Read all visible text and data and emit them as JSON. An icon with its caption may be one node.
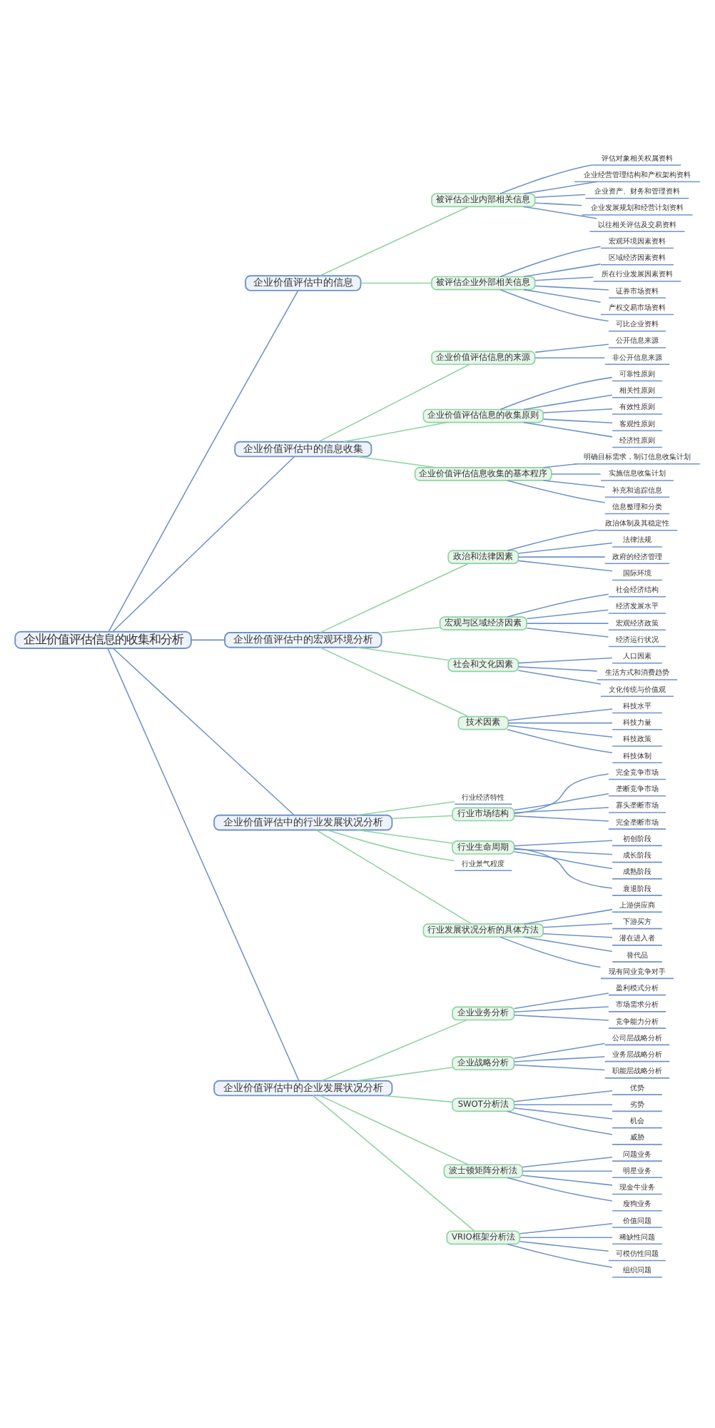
{
  "diagram": {
    "nodes": [
      {
        "text": [
          "企业价值评估信息的收集和分析"
        ]
      },
      {
        "text": [
          "企业价值评估中的信息"
        ]
      },
      {
        "text": [
          "被评估企业内部相关信息"
        ]
      },
      {
        "text": [
          "评估对象相关权属资料"
        ]
      },
      {
        "text": [
          "企业经营管理结构和产权架构资料"
        ]
      },
      {
        "text": [
          "企业资产、财务和管理资料"
        ]
      },
      {
        "text": [
          "企业发展规划和经营计划资料"
        ]
      },
      {
        "text": [
          "以往相关评估及交易资料"
        ]
      },
      {
        "text": [
          "被评估企业外部相关信息"
        ]
      },
      {
        "text": [
          "宏观环境因素资料"
        ]
      },
      {
        "text": [
          "区域经济因素资料"
        ]
      },
      {
        "text": [
          "所在行业发展因素资料"
        ]
      },
      {
        "text": [
          "证券市场资料"
        ]
      },
      {
        "text": [
          "产权交易市场资料"
        ]
      },
      {
        "text": [
          "可比企业资料"
        ]
      },
      {
        "text": [
          "企业价值评估中的信息收集"
        ]
      },
      {
        "text": [
          "企业价值评估信息的来源"
        ]
      },
      {
        "text": [
          "公开信息来源"
        ]
      },
      {
        "text": [
          "非公开信息来源"
        ]
      },
      {
        "text": [
          "企业价值评估信息的收集原则"
        ]
      },
      {
        "text": [
          "可靠性原则"
        ]
      },
      {
        "text": [
          "相关性原则"
        ]
      },
      {
        "text": [
          "有效性原则"
        ]
      },
      {
        "text": [
          "客观性原则"
        ]
      },
      {
        "text": [
          "经济性原则"
        ]
      },
      {
        "text": [
          "企业价值评估信息收集的基本程序"
        ]
      },
      {
        "text": [
          "明确目标需求，制订信息收集计划"
        ]
      },
      {
        "text": [
          "实施信息收集计划"
        ]
      },
      {
        "text": [
          "补充和追踪信息"
        ]
      },
      {
        "text": [
          "信息整理和分类"
        ]
      },
      {
        "text": [
          "企业价值评估中的宏观环境分析"
        ]
      },
      {
        "text": [
          "政治和法律因素"
        ]
      },
      {
        "text": [
          "政治体制及其稳定性"
        ]
      },
      {
        "text": [
          "法律法规"
        ]
      },
      {
        "text": [
          "政府的经济管理"
        ]
      },
      {
        "text": [
          "国际环境"
        ]
      },
      {
        "text": [
          "宏观与区域经济因素"
        ]
      },
      {
        "text": [
          "社会经济结构"
        ]
      },
      {
        "text": [
          "经济发展水平"
        ]
      },
      {
        "text": [
          "宏观经济政策"
        ]
      },
      {
        "text": [
          "经济运行状况"
        ]
      },
      {
        "text": [
          "社会和文化因素"
        ]
      },
      {
        "text": [
          "人口因素"
        ]
      },
      {
        "text": [
          "生活方式和消费趋势"
        ]
      },
      {
        "text": [
          "文化传统与价值观"
        ]
      },
      {
        "text": [
          "技术因素"
        ]
      },
      {
        "text": [
          "科技水平"
        ]
      },
      {
        "text": [
          "科技力量"
        ]
      },
      {
        "text": [
          "科技政策"
        ]
      },
      {
        "text": [
          "科技体制"
        ]
      },
      {
        "text": [
          "企业价值评估中的行业发展状况分析"
        ]
      },
      {
        "text": [
          "行业经济特性"
        ]
      },
      {
        "text": [
          "行业市场结构"
        ]
      },
      {
        "text": [
          "完全竞争市场"
        ]
      },
      {
        "text": [
          "垄断竞争市场"
        ]
      },
      {
        "text": [
          "寡头垄断市场"
        ]
      },
      {
        "text": [
          "完全垄断市场"
        ]
      },
      {
        "text": [
          "行业生命周期"
        ]
      },
      {
        "text": [
          "初创阶段"
        ]
      },
      {
        "text": [
          "成长阶段"
        ]
      },
      {
        "text": [
          "成熟阶段"
        ]
      },
      {
        "text": [
          "衰退阶段"
        ]
      },
      {
        "text": [
          "行业景气程度"
        ]
      },
      {
        "text": [
          "行业发展状况分析的具体方法"
        ]
      },
      {
        "text": [
          "上游供应商"
        ]
      },
      {
        "text": [
          "下游买方"
        ]
      },
      {
        "text": [
          "潜在进入者"
        ]
      },
      {
        "text": [
          "替代品"
        ]
      },
      {
        "text": [
          "现有同业竞争对手"
        ]
      },
      {
        "text": [
          "企业价值评估中的企业发展状况分析"
        ]
      },
      {
        "text": [
          "企业业务分析"
        ]
      },
      {
        "text": [
          "盈利模式分析"
        ]
      },
      {
        "text": [
          "市场需求分析"
        ]
      },
      {
        "text": [
          "竞争能力分析"
        ]
      },
      {
        "text": [
          "企业战略分析"
        ]
      },
      {
        "text": [
          "公司层战略分析"
        ]
      },
      {
        "text": [
          "业务层战略分析"
        ]
      },
      {
        "text": [
          "职能层战略分析"
        ]
      },
      {
        "text": [
          "SWOT分析法"
        ]
      },
      {
        "text": [
          "优势"
        ]
      },
      {
        "text": [
          "劣势"
        ]
      },
      {
        "text": [
          "机会"
        ]
      },
      {
        "text": [
          "威胁"
        ]
      },
      {
        "text": [
          "波士顿矩阵分析法"
        ]
      },
      {
        "text": [
          "问题业务"
        ]
      },
      {
        "text": [
          "明星业务"
        ]
      },
      {
        "text": [
          "现金牛业务"
        ]
      },
      {
        "text": [
          "瘦狗业务"
        ]
      },
      {
        "text": [
          "VRIO框架分析法"
        ]
      },
      {
        "text": [
          "价值问题"
        ]
      },
      {
        "text": [
          "稀缺性问题"
        ]
      },
      {
        "text": [
          "可模仿性问题"
        ]
      },
      {
        "text": [
          "组织问题"
        ]
      }
    ],
    "edges": [
      {
        "from": 0,
        "to": 1,
        "arrow": "none"
      },
      {
        "from": 1,
        "to": 2,
        "arrow": "none",
        "color": "#8fd3a0"
      },
      {
        "from": 2,
        "to": 3,
        "arrow": "none"
      },
      {
        "from": 2,
        "to": 4,
        "arrow": "none"
      },
      {
        "from": 2,
        "to": 5,
        "arrow": "none"
      },
      {
        "from": 2,
        "to": 6,
        "arrow": "none"
      },
      {
        "from": 2,
        "to": 7,
        "arrow": "none"
      },
      {
        "from": 1,
        "to": 8,
        "arrow": "none",
        "color": "#8fd3a0"
      },
      {
        "from": 8,
        "to": 9,
        "arrow": "none"
      },
      {
        "from": 8,
        "to": 10,
        "arrow": "none"
      },
      {
        "from": 8,
        "to": 11,
        "arrow": "none"
      },
      {
        "from": 8,
        "to": 12,
        "arrow": "none"
      },
      {
        "from": 8,
        "to": 13,
        "arrow": "none"
      },
      {
        "from": 8,
        "to": 14,
        "arrow": "none"
      },
      {
        "from": 0,
        "to": 15,
        "arrow": "none"
      },
      {
        "from": 15,
        "to": 16,
        "arrow": "none",
        "color": "#8fd3a0"
      },
      {
        "from": 16,
        "to": 17,
        "arrow": "none"
      },
      {
        "from": 16,
        "to": 18,
        "arrow": "none"
      },
      {
        "from": 15,
        "to": 19,
        "arrow": "none",
        "color": "#8fd3a0"
      },
      {
        "from": 19,
        "to": 20,
        "arrow": "none"
      },
      {
        "from": 19,
        "to": 21,
        "arrow": "none"
      },
      {
        "from": 19,
        "to": 22,
        "arrow": "none"
      },
      {
        "from": 19,
        "to": 23,
        "arrow": "none"
      },
      {
        "from": 19,
        "to": 24,
        "arrow": "none"
      },
      {
        "from": 15,
        "to": 25,
        "arrow": "none",
        "color": "#8fd3a0"
      },
      {
        "from": 25,
        "to": 26,
        "arrow": "none"
      },
      {
        "from": 25,
        "to": 27,
        "arrow": "none"
      },
      {
        "from": 25,
        "to": 28,
        "arrow": "none"
      },
      {
        "from": 25,
        "to": 29,
        "arrow": "none"
      },
      {
        "from": 0,
        "to": 30,
        "arrow": "none"
      },
      {
        "from": 30,
        "to": 31,
        "arrow": "none",
        "color": "#8fd3a0"
      },
      {
        "from": 31,
        "to": 32,
        "arrow": "none"
      },
      {
        "from": 31,
        "to": 33,
        "arrow": "none"
      },
      {
        "from": 31,
        "to": 34,
        "arrow": "none"
      },
      {
        "from": 31,
        "to": 35,
        "arrow": "none"
      },
      {
        "from": 30,
        "to": 36,
        "arrow": "none",
        "color": "#8fd3a0"
      },
      {
        "from": 36,
        "to": 37,
        "arrow": "none"
      },
      {
        "from": 36,
        "to": 38,
        "arrow": "none"
      },
      {
        "from": 36,
        "to": 39,
        "arrow": "none"
      },
      {
        "from": 36,
        "to": 40,
        "arrow": "none"
      },
      {
        "from": 30,
        "to": 41,
        "arrow": "none",
        "color": "#8fd3a0"
      },
      {
        "from": 41,
        "to": 42,
        "arrow": "none"
      },
      {
        "from": 41,
        "to": 43,
        "arrow": "none"
      },
      {
        "from": 41,
        "to": 44,
        "arrow": "none"
      },
      {
        "from": 30,
        "to": 45,
        "arrow": "none",
        "color": "#8fd3a0"
      },
      {
        "from": 45,
        "to": 46,
        "arrow": "none"
      },
      {
        "from": 45,
        "to": 47,
        "arrow": "none"
      },
      {
        "from": 45,
        "to": 48,
        "arrow": "none"
      },
      {
        "from": 45,
        "to": 49,
        "arrow": "none"
      },
      {
        "from": 0,
        "to": 50,
        "arrow": "none"
      },
      {
        "from": 50,
        "to": 51,
        "arrow": "none",
        "color": "#8fd3a0"
      },
      {
        "from": 50,
        "to": 52,
        "arrow": "none",
        "color": "#8fd3a0"
      },
      {
        "from": 52,
        "to": 53,
        "arrow": "none"
      },
      {
        "from": 52,
        "to": 54,
        "arrow": "none"
      },
      {
        "from": 52,
        "to": 55,
        "arrow": "none"
      },
      {
        "from": 52,
        "to": 56,
        "arrow": "none"
      },
      {
        "from": 50,
        "to": 57,
        "arrow": "none",
        "color": "#8fd3a0"
      },
      {
        "from": 57,
        "to": 58,
        "arrow": "none"
      },
      {
        "from": 57,
        "to": 59,
        "arrow": "none"
      },
      {
        "from": 57,
        "to": 60,
        "arrow": "none"
      },
      {
        "from": 57,
        "to": 61,
        "arrow": "none"
      },
      {
        "from": 50,
        "to": 62,
        "arrow": "none",
        "color": "#8fd3a0"
      },
      {
        "from": 50,
        "to": 63,
        "arrow": "none",
        "color": "#8fd3a0"
      },
      {
        "from": 63,
        "to": 64,
        "arrow": "none"
      },
      {
        "from": 63,
        "to": 65,
        "arrow": "none"
      },
      {
        "from": 63,
        "to": 66,
        "arrow": "none"
      },
      {
        "from": 63,
        "to": 67,
        "arrow": "none"
      },
      {
        "from": 63,
        "to": 68,
        "arrow": "none"
      },
      {
        "from": 0,
        "to": 69,
        "arrow": "none"
      },
      {
        "from": 69,
        "to": 70,
        "arrow": "none",
        "color": "#8fd3a0"
      },
      {
        "from": 70,
        "to": 71,
        "arrow": "none"
      },
      {
        "from": 70,
        "to": 72,
        "arrow": "none"
      },
      {
        "from": 70,
        "to": 73,
        "arrow": "none"
      },
      {
        "from": 69,
        "to": 74,
        "arrow": "none",
        "color": "#8fd3a0"
      },
      {
        "from": 74,
        "to": 75,
        "arrow": "none"
      },
      {
        "from": 74,
        "to": 76,
        "arrow": "none"
      },
      {
        "from": 74,
        "to": 77,
        "arrow": "none"
      },
      {
        "from": 69,
        "to": 78,
        "arrow": "none",
        "color": "#8fd3a0"
      },
      {
        "from": 78,
        "to": 79,
        "arrow": "none"
      },
      {
        "from": 78,
        "to": 80,
        "arrow": "none"
      },
      {
        "from": 78,
        "to": 81,
        "arrow": "none"
      },
      {
        "from": 78,
        "to": 82,
        "arrow": "none"
      },
      {
        "from": 69,
        "to": 83,
        "arrow": "none",
        "color": "#8fd3a0"
      },
      {
        "from": 83,
        "to": 84,
        "arrow": "none"
      },
      {
        "from": 83,
        "to": 85,
        "arrow": "none"
      },
      {
        "from": 83,
        "to": 86,
        "arrow": "none"
      },
      {
        "from": 83,
        "to": 87,
        "arrow": "none"
      },
      {
        "from": 69,
        "to": 88,
        "arrow": "none",
        "color": "#8fd3a0"
      },
      {
        "from": 88,
        "to": 89,
        "arrow": "none"
      },
      {
        "from": 88,
        "to": 90,
        "arrow": "none"
      },
      {
        "from": 88,
        "to": 91,
        "arrow": "none"
      },
      {
        "from": 88,
        "to": 92,
        "arrow": "none"
      }
    ]
  }
}
